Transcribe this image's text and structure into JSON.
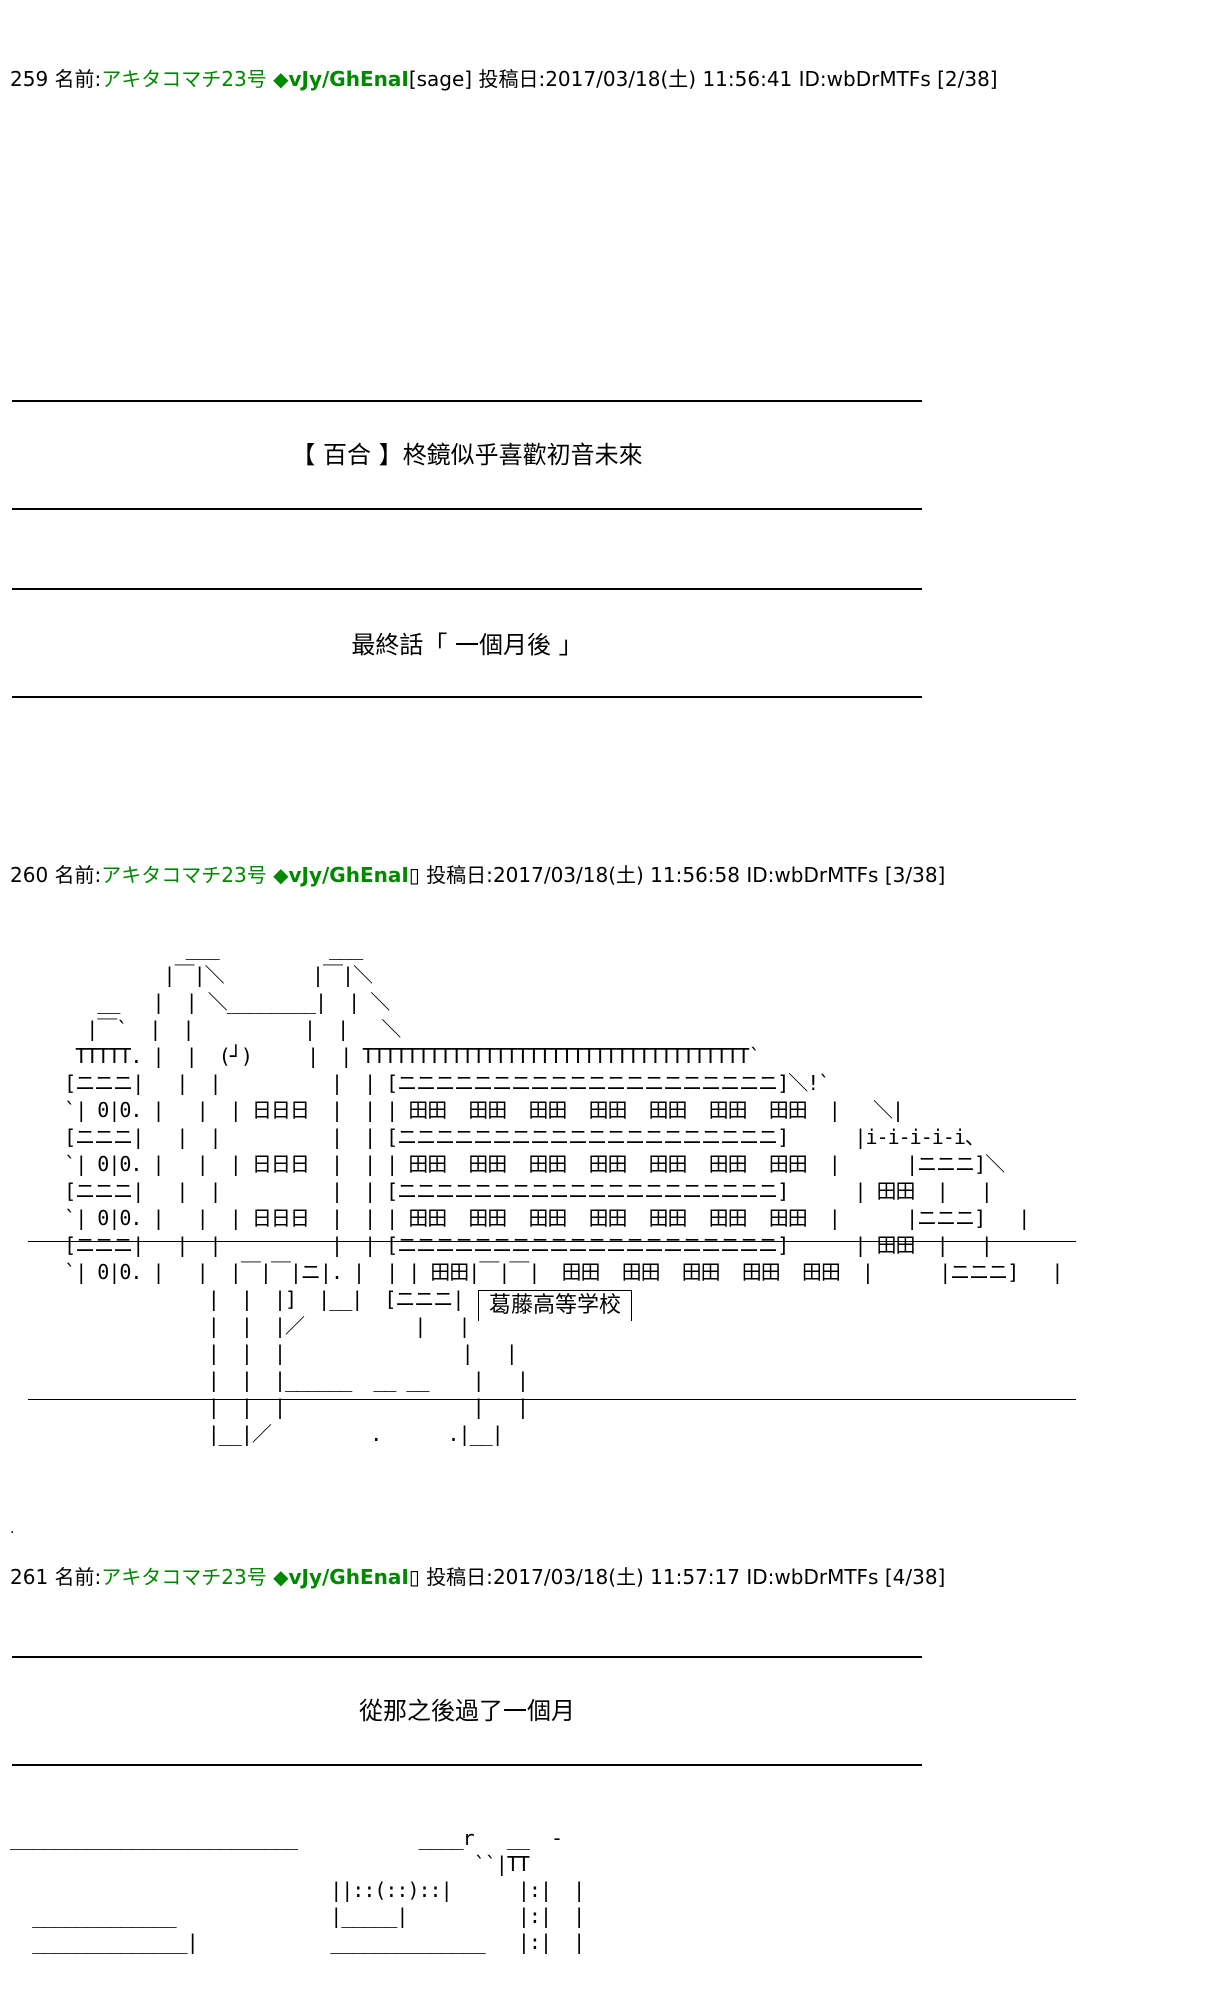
{
  "posts": [
    {
      "number": "259",
      "name_label": "名前:",
      "name": "アキタコマチ23号",
      "trip": "◆vJy/GhEnaI",
      "mail": "[sage]",
      "date_label": "投稿日:",
      "date": "2017/03/18(土) 11:56:41",
      "id": "ID:wbDrMTFs",
      "index": "[2/38]"
    },
    {
      "number": "260",
      "name_label": "名前:",
      "name": "アキタコマチ23号",
      "trip": "◆vJy/GhEnaI",
      "mail": "▯",
      "date_label": "投稿日:",
      "date": "2017/03/18(土) 11:56:58",
      "id": "ID:wbDrMTFs",
      "index": "[3/38]"
    },
    {
      "number": "261",
      "name_label": "名前:",
      "name": "アキタコマチ23号",
      "trip": "◆vJy/GhEnaI",
      "mail": "▯",
      "date_label": "投稿日:",
      "date": "2017/03/18(土) 11:57:17",
      "id": "ID:wbDrMTFs",
      "index": "[4/38]"
    }
  ],
  "captions": {
    "title": "【 百合 】柊鏡似乎喜歡初音未來",
    "chapter": "最終話「 一個月後 」",
    "narration": "從那之後過了一個月"
  },
  "school_sign": "葛藤高等学校",
  "ascii_art": {
    "school": "               ___          ___\n             |￣|＼        |￣|＼\n       __   |  | ＼________|  | ＼\n      |￣`  |  |          |  |   ＼\n     TTTTT. |  |  (┘)     |  | TTTTTTTTTTTTTTTTTTTTTTTTTTTTTTTTTTT`\n    [ニニニ|   |  |          |  | [ニニニニニニニニニニニニニニニニニニニニ]＼!`\n    `| 0|0. |   |  | 日日日  |  | | 田田  田田  田田  田田  田田  田田  田田  |   ＼|\n    [ニニニ|   |  |          |  | [ニニニニニニニニニニニニニニニニニニニニ]      |i-i-i-i-i、\n    `| 0|0. |   |  | 日日日  |  | | 田田  田田  田田  田田  田田  田田  田田  |      |ニニニ]＼\n    [ニニニ|   |  |          |  | [ニニニニニニニニニニニニニニニニニニニニ]      | 田田  |   |\n    `| 0|0. |   |  | 日日日  |  | | 田田  田田  田田  田田  田田  田田  田田  |      |ニニニ]   |\n    [ニニニ|   |  |          |  | [ニニニニニニニニニニニニニニニニニニニニ]      | 田田  |   |\n    `| 0|0. |   |  |￣|￣|ニ|. |  | | 田田|￣|￣|  田田  田田  田田  田田  田田  |      |ニニニ]   |\n                 |  |  |]  |__|  [ニニニ|   |\n                 |  |  |／          |   |\n                 |  |  |                |   |\n                 |  |  |______  __ __    |   |\n                 |  |  |                 |   |\n                 |__|／         .      .|__|",
    "room": "__________________________           ____r   __  -\n                                          ``|TT\n                             ||::(::)::|      |:|  |\n  _____________              |_____|          |:|  |\n  ______________|            ______________   |:|  |"
  }
}
